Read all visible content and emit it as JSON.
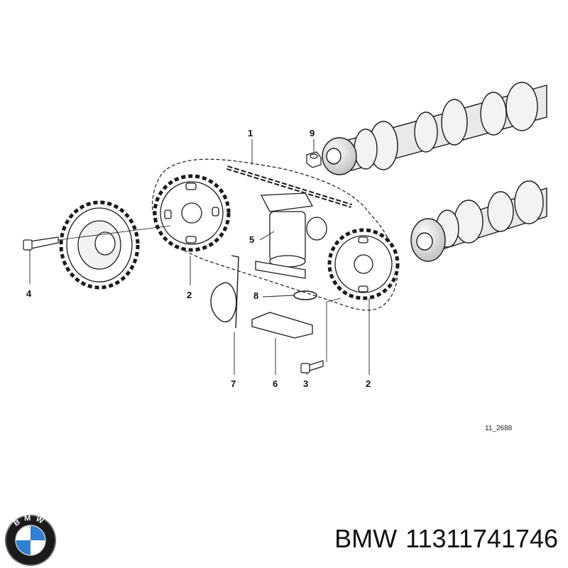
{
  "diagram": {
    "callouts": [
      "1",
      "9",
      "5",
      "4",
      "2",
      "8",
      "7",
      "6",
      "3",
      "2"
    ],
    "reference_code": "11_2688"
  },
  "logo": {
    "letters": "BMW"
  },
  "caption": {
    "brand": "BMW",
    "part_number": "11311741746"
  },
  "colors": {
    "line": "#1a1a1a",
    "logo_blue": "#2f7fd2",
    "logo_ring": "#111111"
  }
}
